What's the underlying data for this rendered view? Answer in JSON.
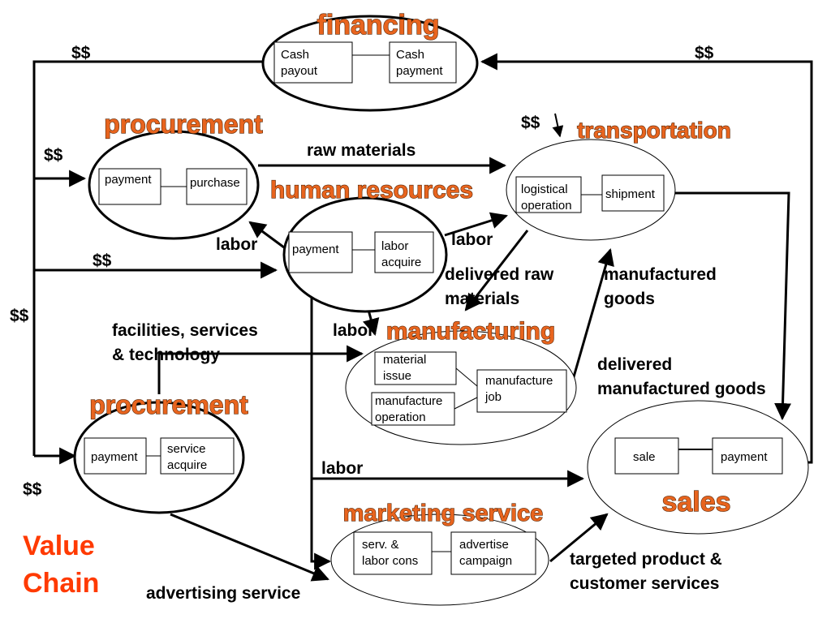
{
  "nodes": {
    "financing": {
      "title": "financing",
      "box_left": [
        "Cash",
        "payout"
      ],
      "box_right": [
        "Cash",
        "payment"
      ]
    },
    "procurement_top": {
      "title": "procurement",
      "box_left": [
        "payment"
      ],
      "box_right": [
        "purchase"
      ]
    },
    "human_resources": {
      "title": "human resources",
      "box_left": [
        "payment"
      ],
      "box_right": [
        "labor",
        "acquire"
      ]
    },
    "transportation": {
      "title": "transportation",
      "box_left": [
        "logistical",
        "operation"
      ],
      "box_right": [
        "shipment"
      ]
    },
    "manufacturing": {
      "title": "manufacturing",
      "box_a": [
        "material",
        "issue"
      ],
      "box_b": [
        "manufacture",
        "operation"
      ],
      "box_c": [
        "manufacture",
        "job"
      ]
    },
    "procurement_bottom": {
      "title": "procurement",
      "box_left": [
        "payment"
      ],
      "box_right": [
        "service",
        "acquire"
      ]
    },
    "sales": {
      "title": "sales",
      "box_left": [
        "sale"
      ],
      "box_right": [
        "payment"
      ]
    },
    "marketing_service": {
      "title": "marketing service",
      "box_left": [
        "serv. &",
        "labor cons"
      ],
      "box_right": [
        "advertise",
        "campaign"
      ]
    }
  },
  "flow_labels": {
    "dollars_financing_left": "$$",
    "dollars_financing_right": "$$",
    "dollars_procurement": "$$",
    "dollars_transportation": "$$",
    "dollars_hr": "$$",
    "dollars_left_bus": "$$",
    "dollars_bottom_left": "$$",
    "raw_materials": "raw materials",
    "labor_procurement": "labor",
    "labor_transport": "labor",
    "labor_manufacturing": "labor",
    "labor_sales": "labor",
    "delivered_raw_materials": [
      "delivered raw",
      "materials"
    ],
    "manufactured_goods": [
      "manufactured",
      "goods"
    ],
    "facilities": [
      "facilities, services",
      "& technology"
    ],
    "delivered_manufactured_goods": [
      "delivered",
      "manufactured goods"
    ],
    "targeted_product": [
      "targeted product &",
      "customer  services"
    ],
    "advertising_service": "advertising service"
  },
  "brand": {
    "line1": "Value",
    "line2": "Chain"
  },
  "colors": {
    "title_fill": "#e8641e",
    "title_outline": "#5a2a0a",
    "brand": "#ff3a00",
    "line": "#000000"
  }
}
